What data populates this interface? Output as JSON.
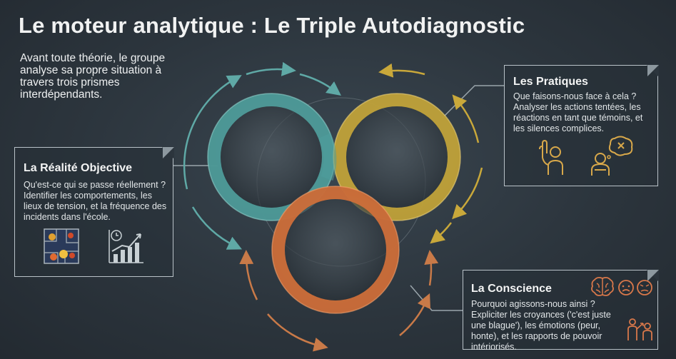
{
  "title": "Le moteur analytique : Le Triple Autodiagnostic",
  "intro": "Avant toute théorie, le groupe analyse sa propre situation à travers trois prismes interdépendants.",
  "cards": {
    "reality": {
      "heading": "La Réalité Objective",
      "body": "Qu'est-ce qui se passe réellement ? Identifier les comportements, les lieux de tension, et la fréquence des incidents dans l'école."
    },
    "practices": {
      "heading": "Les Pratiques",
      "body": "Que faisons-nous face à cela ? Analyser les actions tentées, les réactions en tant que témoins, et les silences complices."
    },
    "conscience": {
      "heading": "La Conscience",
      "body": "Pourquoi agissons-nous ainsi ? Expliciter les croyances ('c'est juste une blague'), les émotions (peur, honte), et les rapports de pouvoir intériorisés."
    }
  },
  "rings": {
    "teal": "#4f9e9c",
    "gold": "#c9a83a",
    "orange": "#d2703a"
  },
  "icons": [
    "heatmap-icon",
    "growth-chart-icon",
    "raised-hand-icon",
    "thinking-person-icon",
    "brain-icon",
    "sad-face-icon",
    "worried-face-icon",
    "power-relation-icon"
  ]
}
